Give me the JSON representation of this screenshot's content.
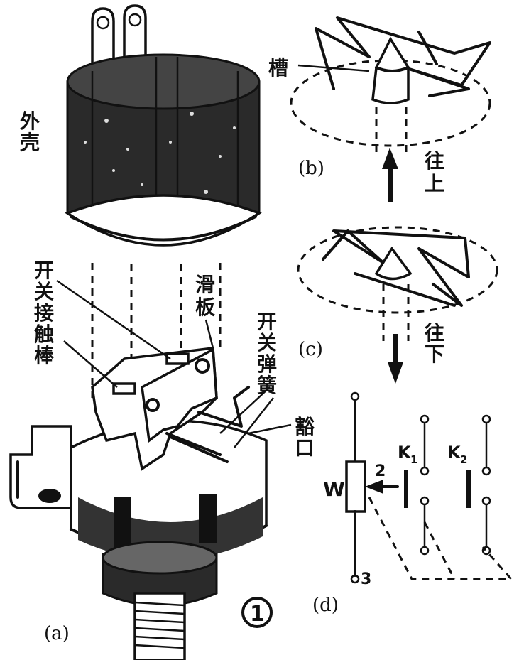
{
  "panel_a": {
    "label": "(a)",
    "figure_number": "①",
    "labels": {
      "shell": "外壳",
      "contact_rod": "开关接触棒",
      "slide_plate": "滑板",
      "switch_spring": "开关弹簧",
      "groove_tab": "豁口"
    }
  },
  "panel_b": {
    "label": "(b)",
    "groove": "槽",
    "direction": "往上"
  },
  "panel_c": {
    "label": "(c)",
    "direction": "往下"
  },
  "panel_d": {
    "label": "(d)",
    "resistor": "W",
    "wiper_pin": "2",
    "bottom_pin": "3",
    "switch_1": "K",
    "switch_1_sub": "1",
    "switch_2": "K",
    "switch_2_sub": "2"
  }
}
